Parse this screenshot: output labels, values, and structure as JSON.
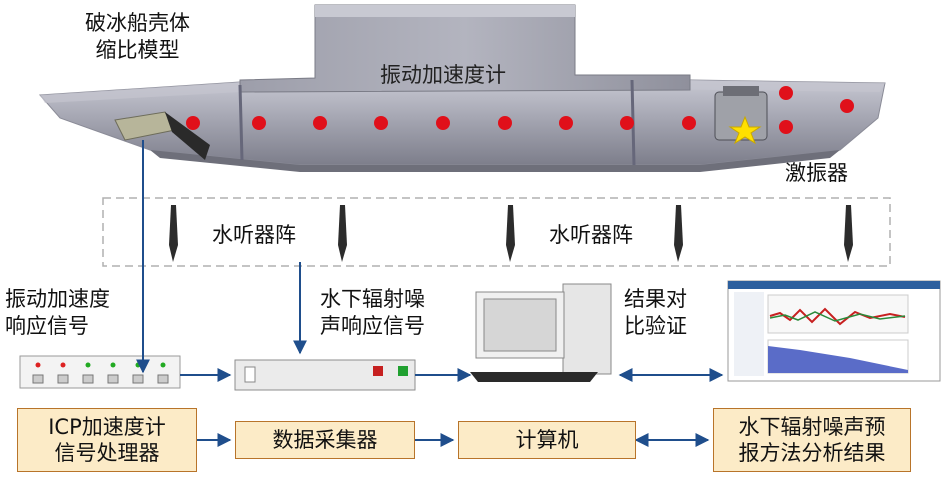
{
  "labels": {
    "hull_model": [
      "破冰船壳体",
      "缩比模型"
    ],
    "accelerometer": "振动加速度计",
    "shaker": "激振器",
    "hydrophone_array_left": "水听器阵",
    "hydrophone_array_right": "水听器阵",
    "vibration_signal": [
      "振动加速度",
      "响应信号"
    ],
    "noise_signal": [
      "水下辐射噪",
      "声响应信号"
    ],
    "comparison": [
      "结果对",
      "比验证"
    ]
  },
  "boxes": {
    "icp_processor": [
      "ICP加速度计",
      "信号处理器"
    ],
    "daq": "数据采集器",
    "computer": "计算机",
    "prediction_result": [
      "水下辐射噪声预",
      "报方法分析结果"
    ]
  },
  "colors": {
    "box_fill": "#fcebc7",
    "box_border": "#b8742a",
    "arrow": "#1f4e8c",
    "sensor_dot": "#e0101a",
    "dashed_frame": "#b0b0b0",
    "hull": "#a9aab6"
  },
  "icons": [
    "accelerometer-sensor-icon",
    "shaker-icon",
    "hydrophone-icon",
    "signal-processor-icon",
    "data-acquisition-icon",
    "computer-icon",
    "result-screen-icon"
  ]
}
